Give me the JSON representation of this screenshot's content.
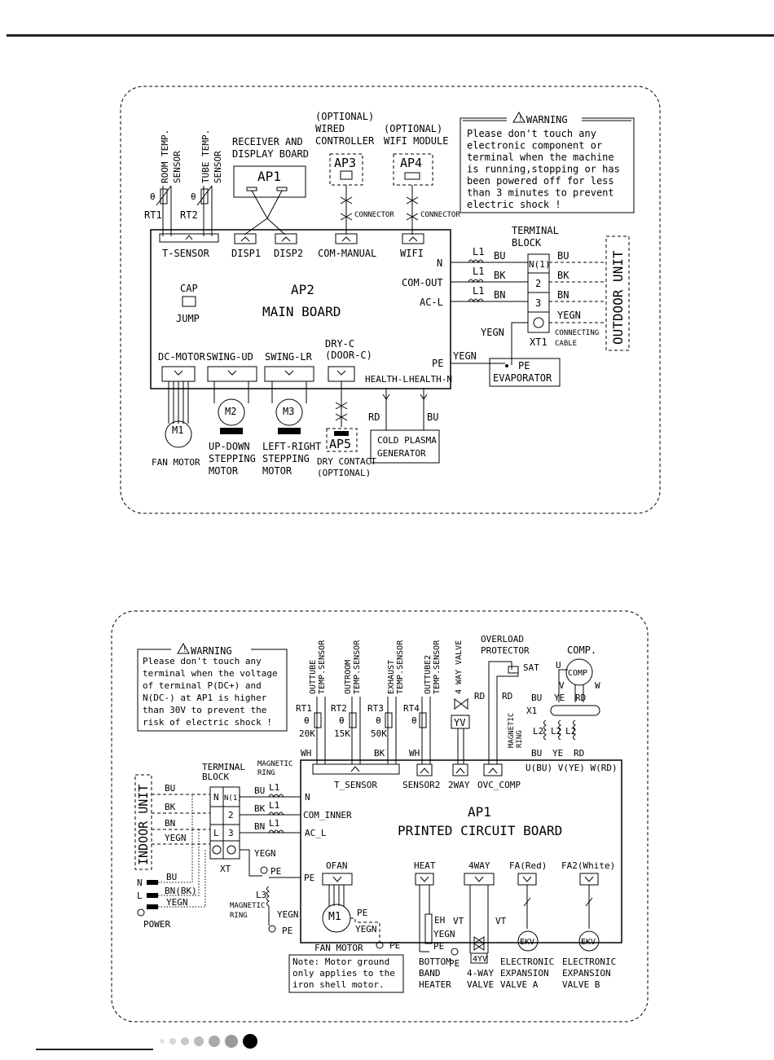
{
  "indoor": {
    "sensors": {
      "room": "ROOM TEMP.\nSENSOR",
      "tube": "TUBE TEMP.\nSENSOR",
      "rt1": "RT1",
      "rt2": "RT2",
      "theta": "θ"
    },
    "receiver": "RECEIVER AND\nDISPLAY BOARD",
    "ap1": "AP1",
    "wired_opt": "(OPTIONAL)\nWIRED\nCONTROLLER",
    "wifi_opt": "(OPTIONAL)\nWIFI MODULE",
    "ap3": "AP3",
    "ap4": "AP4",
    "connector": "CONNECTOR",
    "warning_title": "WARNING",
    "warning_text": "Please don't touch any\nelectronic component or\nterminal when the machine\nis running,stopping or has\nbeen powered off for less\nthan 3 minutes to prevent\nelectric shock !",
    "terminal_block": "TERMINAL\nBLOCK",
    "outdoor_unit": "OUTDOOR UNIT",
    "ports_top": [
      "T-SENSOR",
      "DISP1",
      "DISP2",
      "COM-MANUAL",
      "WIFI"
    ],
    "cap": "CAP",
    "jump": "JUMP",
    "ap2": "AP2",
    "main_board": "MAIN BOARD",
    "n": "N",
    "com_out": "COM-OUT",
    "ac_l": "AC-L",
    "pe": "PE",
    "l1": "L1",
    "wires": [
      "BU",
      "BK",
      "BN",
      "YEGN"
    ],
    "term_rows": [
      "N(1)",
      "2",
      "3"
    ],
    "yegn": "YEGN",
    "xt1": "XT1",
    "connecting_cable": "CONNECTING\nCABLE",
    "evaporator": "EVAPORATOR",
    "ports_bottom": [
      "DC-MOTOR",
      "SWING-UD",
      "SWING-LR",
      "DRY-C\n(DOOR-C)"
    ],
    "health_l": "HEALTH-L",
    "health_n": "HEALTH-N",
    "rd": "RD",
    "bu": "BU",
    "cold_plasma": "COLD PLASMA\nGENERATOR",
    "m1": "M1",
    "m2": "M2",
    "m3": "M3",
    "fan_motor": "FAN MOTOR",
    "updown": "UP-DOWN\nSTEPPING\nMOTOR",
    "leftright": "LEFT-RIGHT\nSTEPPING\nMOTOR",
    "ap5": "AP5",
    "dry_contact": "DRY CONTACT\n(OPTIONAL)"
  },
  "outdoor": {
    "warning_title": "WARNING",
    "warning_text": "Please don't touch any\nterminal when the voltage\nof terminal P(DC+) and\nN(DC-) at AP1 is higher\nthan 30V to prevent the\nrisk of electric shock !",
    "sensors": [
      {
        "name": "OUTTUBE\nTEMP.SENSOR",
        "rt": "RT1",
        "val": "20K"
      },
      {
        "name": "OUTROOM\nTEMP.SENSOR",
        "rt": "RT2",
        "val": "15K"
      },
      {
        "name": "EXHAUST\nTEMP.SENSOR",
        "rt": "RT3",
        "val": "50K"
      },
      {
        "name": "OUTTUBE2\nTEMP.SENSOR",
        "rt": "RT4",
        "val": ""
      }
    ],
    "way_valve": "4 WAY VALVE",
    "overload": "OVERLOAD\nPROTECTOR",
    "sat": "SAT",
    "comp": "COMP.",
    "comp_label": "COMP",
    "yv": "YV",
    "x1": "X1",
    "magnetic_ring": "MAGNETIC\nRING",
    "l2": "L2",
    "wh": "WH",
    "bk": "BK",
    "rd": "RD",
    "u": "U",
    "v": "V",
    "w": "W",
    "bu": "BU",
    "ye": "YE",
    "uvw": "U(BU) V(YE) W(RD)",
    "ports_top": [
      "T_SENSOR",
      "SENSOR2",
      "2WAY",
      "OVC_COMP"
    ],
    "terminal_block": "TERMINAL\nBLOCK",
    "indoor_unit": "INDOOR UNIT",
    "term_rows": [
      "N",
      "N(1)",
      "2",
      "L",
      "3"
    ],
    "wires": [
      "BU",
      "BK",
      "BN",
      "YEGN"
    ],
    "n": "N",
    "com_inner": "COM_INNER",
    "ac_l": "AC_L",
    "l1": "L1",
    "ap1": "AP1",
    "pcb": "PRINTED CIRCUIT BOARD",
    "yegn": "YEGN",
    "pe": "PE",
    "xt": "XT",
    "power_n": "N",
    "power_l": "L",
    "power_wires": [
      "BU",
      "BN(BK)",
      "YEGN"
    ],
    "power": "POWER",
    "l3": "L3",
    "ports_bottom": [
      "OFAN",
      "HEAT",
      "4WAY",
      "FA(Red)",
      "FA2(White)"
    ],
    "m1": "M1",
    "fan_motor": "FAN MOTOR",
    "eh": "EH",
    "vt": "VT",
    "fouryv": "4YV",
    "ekv": "EKV",
    "note": "Note: Motor ground\nonly applies to the\niron shell motor.",
    "bottom_heater": "BOTTOM\nBAND\nHEATER",
    "four_way": "4-WAY\nVALVE",
    "eev_a": "ELECTRONIC\nEXPANSION\nVALVE A",
    "eev_b": "ELECTRONIC\nEXPANSION\nVALVE B"
  },
  "pager": {
    "count": 7,
    "active": 6
  }
}
